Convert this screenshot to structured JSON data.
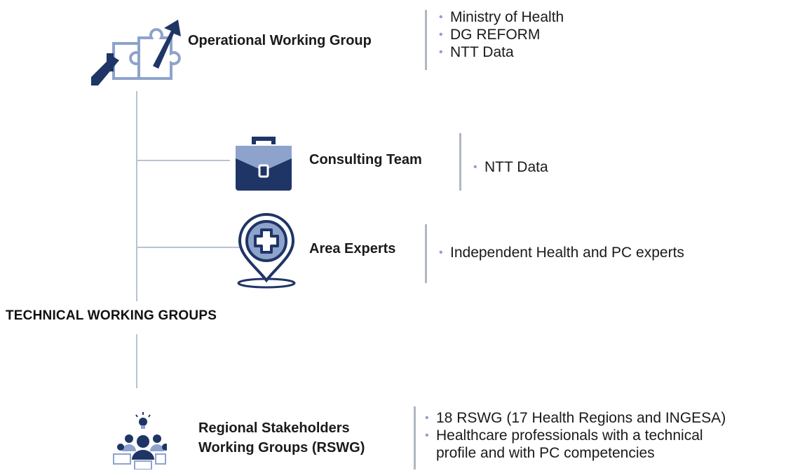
{
  "operational": {
    "title": "Operational Working Group",
    "icon": "puzzle-handshake-icon",
    "items": [
      "Ministry of Health",
      "DG REFORM",
      "NTT Data"
    ]
  },
  "consulting": {
    "title": "Consulting Team",
    "icon": "briefcase-icon",
    "items": [
      "NTT Data"
    ]
  },
  "experts": {
    "title": "Area Experts",
    "icon": "medical-location-pin-icon",
    "items": [
      "Independent Health and PC experts"
    ]
  },
  "technical": {
    "title": "TECHNICAL WORKING GROUPS"
  },
  "regional": {
    "title_line1": "Regional Stakeholders",
    "title_line2": "Working Groups (RSWG)",
    "icon": "stakeholders-group-icon",
    "items": [
      "18 RSWG (17 Health Regions and INGESA)",
      "Healthcare professionals with a technical",
      "profile and with PC competencies"
    ]
  },
  "colors": {
    "navy": "#1f3566",
    "light_blue": "#8ea3cc",
    "connector": "#b9c2d3"
  }
}
